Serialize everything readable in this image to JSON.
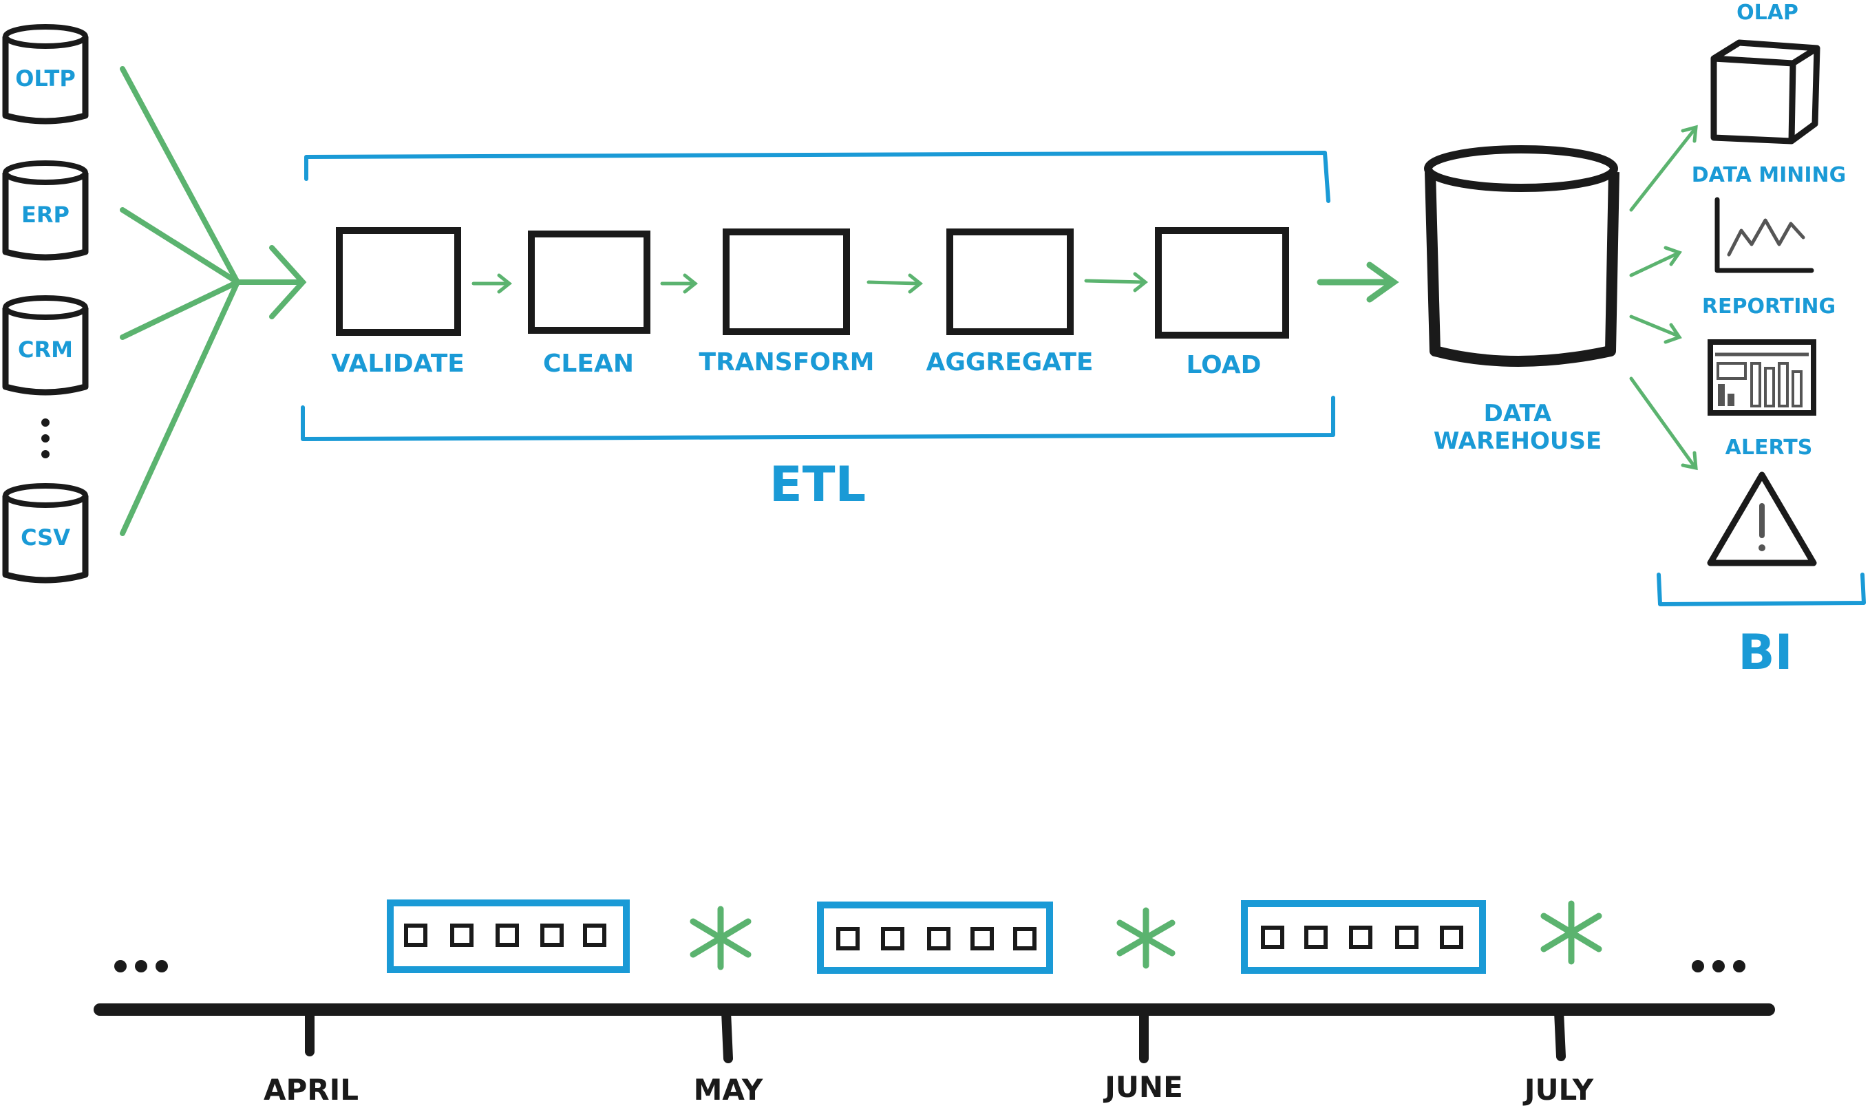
{
  "colors": {
    "blue": "#1a9ad6",
    "green": "#5bb36f",
    "ink": "#1a1a1a",
    "gray": "#555555"
  },
  "sources": [
    {
      "label": "OLTP",
      "icon": "database-cylinder-icon"
    },
    {
      "label": "ERP",
      "icon": "database-cylinder-icon"
    },
    {
      "label": "CRM",
      "icon": "database-cylinder-icon"
    },
    {
      "label": "CSV",
      "icon": "database-cylinder-icon"
    }
  ],
  "sources_ellipsis_icon": "vertical-ellipsis-icon",
  "etl": {
    "title": "ETL",
    "steps": [
      "VALIDATE",
      "CLEAN",
      "TRANSFORM",
      "AGGREGATE",
      "LOAD"
    ]
  },
  "warehouse": {
    "label_line1": "DATA",
    "label_line2": "WAREHOUSE",
    "icon": "database-cylinder-icon"
  },
  "bi": {
    "title": "BI",
    "items": [
      {
        "label": "OLAP",
        "icon": "cube-icon"
      },
      {
        "label": "DATA MINING",
        "icon": "line-chart-icon"
      },
      {
        "label": "REPORTING",
        "icon": "dashboard-report-icon"
      },
      {
        "label": "ALERTS",
        "icon": "warning-triangle-icon"
      }
    ]
  },
  "timeline": {
    "months": [
      "APRIL",
      "MAY",
      "JUNE",
      "JULY"
    ],
    "batches": [
      {
        "icon": "batch-job-icon",
        "cells": 5
      },
      {
        "icon": "batch-job-icon",
        "cells": 5
      },
      {
        "icon": "batch-job-icon",
        "cells": 5
      }
    ],
    "markers": [
      "asterisk-icon",
      "asterisk-icon",
      "asterisk-icon"
    ],
    "ellipsis_icon": "horizontal-ellipsis-icon"
  }
}
